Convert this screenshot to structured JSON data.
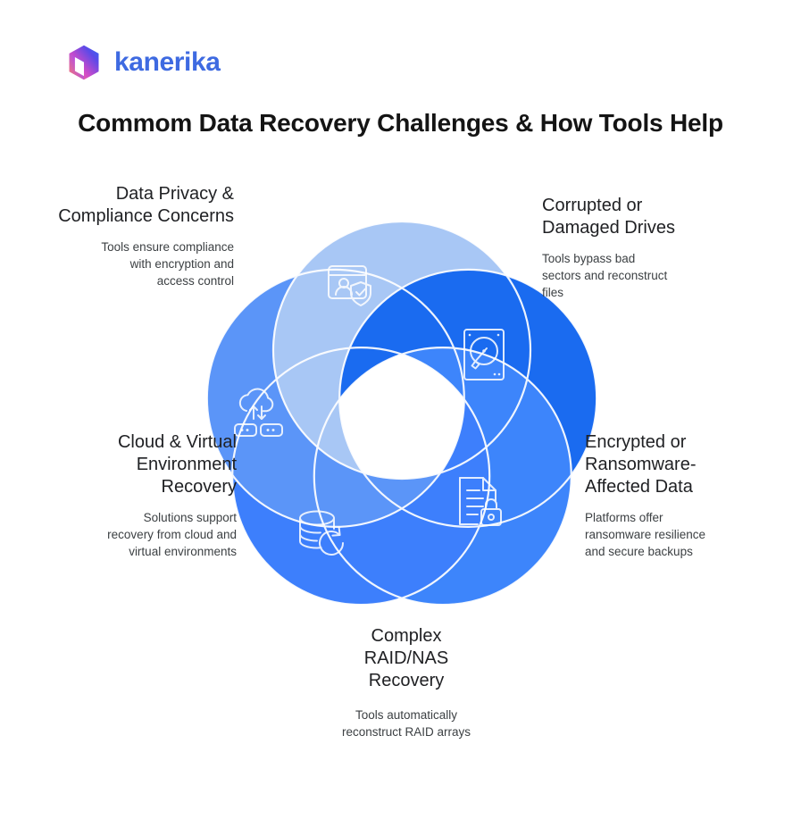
{
  "brand": {
    "name": "kanerika",
    "logo_icon": "cube-logo-icon",
    "logo_gradient_from": "#f97d6d",
    "logo_gradient_mid": "#c44bd4",
    "logo_gradient_to": "#2f6bf5",
    "wordmark_color": "#3e6ae1"
  },
  "title": "Commom Data Recovery Challenges & How Tools Help",
  "diagram": {
    "type": "pinwheel-venn",
    "center_fill": "#ffffff",
    "stroke": "#ffffff",
    "petals": [
      {
        "id": "data-privacy",
        "heading": "Data Privacy &\nCompliance Concerns",
        "heading_lines": [
          "Data Privacy &",
          "Compliance Concerns"
        ],
        "description": "Tools ensure compliance with encryption and access control",
        "description_lines": [
          "Tools ensure compliance",
          "with encryption and",
          "access control"
        ],
        "color": "#a8c7f5",
        "icon": "user-shield-window-icon",
        "angle_deg": 270
      },
      {
        "id": "corrupted-drives",
        "heading": "Corrupted or\nDamaged Drives",
        "heading_lines": [
          "Corrupted or",
          "Damaged Drives"
        ],
        "description": "Tools bypass bad sectors and reconstruct files",
        "description_lines": [
          "Tools bypass bad",
          "sectors and reconstruct",
          "files"
        ],
        "color": "#1a6bf0",
        "icon": "hard-disk-drive-icon",
        "angle_deg": 342
      },
      {
        "id": "encrypted-ransomware",
        "heading": "Encrypted or\nRansomware-\nAffected Data",
        "heading_lines": [
          "Encrypted or",
          "Ransomware-",
          "Affected Data"
        ],
        "description": "Platforms offer ransomware resilience and secure backups",
        "description_lines": [
          "Platforms offer",
          "ransomware resilience",
          "and secure backups"
        ],
        "color": "#3d85fb",
        "icon": "document-lock-icon",
        "angle_deg": 54
      },
      {
        "id": "raid-nas",
        "heading": "Complex\nRAID/NAS\nRecovery",
        "heading_lines": [
          "Complex",
          "RAID/NAS",
          "Recovery"
        ],
        "description": "Tools automatically reconstruct RAID arrays",
        "description_lines": [
          "Tools automatically",
          "reconstruct RAID arrays"
        ],
        "color": "#3d7ffc",
        "icon": "database-restore-icon",
        "angle_deg": 126
      },
      {
        "id": "cloud-virtual",
        "heading": "Cloud & Virtual\nEnvironment\nRecovery",
        "heading_lines": [
          "Cloud & Virtual",
          "Environment",
          "Recovery"
        ],
        "description": "Solutions support recovery from cloud and virtual environments",
        "description_lines": [
          "Solutions support",
          "recovery from cloud and",
          "virtual environments"
        ],
        "color": "#5b95f8",
        "icon": "cloud-sync-servers-icon",
        "angle_deg": 198
      }
    ]
  }
}
